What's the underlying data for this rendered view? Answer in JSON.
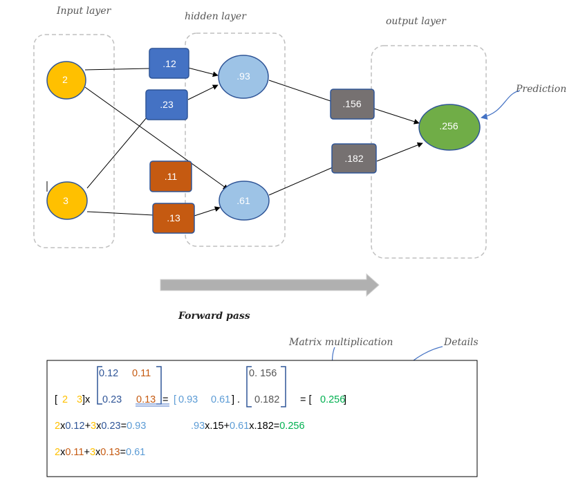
{
  "labels": {
    "input_layer": "Input layer",
    "hidden_layer": "hidden layer",
    "output_layer": "output layer",
    "prediction": "Prediction",
    "forward_pass": "Forward pass",
    "matrix_multiplication": "Matrix multiplication",
    "details": "Details"
  },
  "nodes": {
    "input_1": "2",
    "input_2": "3",
    "hidden_1": ".93",
    "hidden_2": ".61",
    "output": ".256"
  },
  "weights": {
    "w1": ".12",
    "w2": ".23",
    "w3": ".11",
    "w4": ".13",
    "w5": ".156",
    "w6": ".182"
  },
  "math": {
    "m1_r1_a": "0.12",
    "m1_r1_b": "0.11",
    "m1_r2_a": "0.23",
    "m1_r2_b": "0.13",
    "bracket_open": "[",
    "in_2": "2",
    "in_3": "3",
    "times_bracket": "]x",
    "equals": "=",
    "res_open": "[",
    "res_93": "0.93",
    "res_61": "0.61",
    "res_close_dot": "] .",
    "m2_r1": "0. 156",
    "m2_r2": "0.182",
    "final_eq": "= [",
    "final_val": "0.256",
    "final_close": "]",
    "eq1": {
      "a": "2",
      "b": "x",
      "c": "0.12",
      "d": "+",
      "e": "3",
      "f": "x",
      "g": "0.23",
      "h": "=",
      "i": "0.93"
    },
    "eq2": {
      "a": ".93",
      "b": "x.15+",
      "c": "0.61",
      "d": "x.182=",
      "e": "0.256"
    },
    "eq3": {
      "a": "2",
      "b": "x",
      "c": "0.11",
      "d": "+",
      "e": "3",
      "f": "x",
      "g": "0.13",
      "h": "=",
      "i": "0.61"
    }
  },
  "colors": {
    "input": "#FFC000",
    "hidden": "#9DC3E6",
    "output": "#70AD47",
    "weight_blue": "#4472C4",
    "weight_orange": "#C55A11",
    "weight_gray": "#767171",
    "text_blue": "#2F5597",
    "text_orange": "#C55A11",
    "text_lightblue": "#5B9BD5",
    "text_green": "#00B050",
    "text_yellow": "#FFC000"
  }
}
